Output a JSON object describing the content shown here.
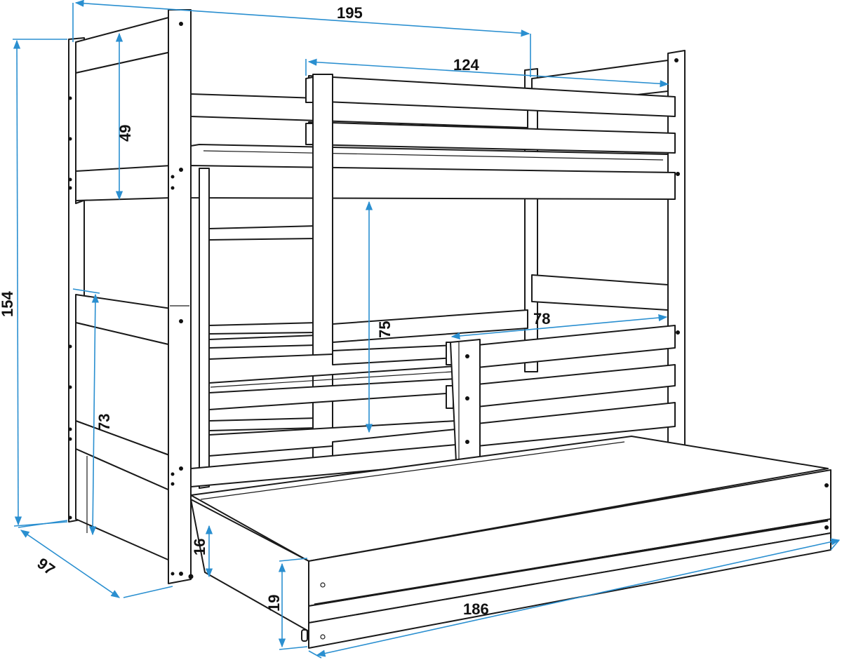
{
  "diagram": {
    "subject": "Bunk bed with pull-out trundle bed",
    "line_color": "#1a1a1a",
    "dimension_color": "#2a8fd0",
    "units": "cm",
    "dimensions": {
      "total_length": {
        "label": "195",
        "description": "overall bed length"
      },
      "guard_rail_length": {
        "label": "124",
        "description": "upper safety rail length"
      },
      "headboard_height": {
        "label": "49",
        "description": "upper headboard height above bed base"
      },
      "total_height": {
        "label": "154",
        "description": "overall bed height"
      },
      "lower_clearance": {
        "label": "75",
        "description": "clearance between beds"
      },
      "lower_rail_length": {
        "label": "78",
        "description": "lower safety rail length"
      },
      "lower_footboard_height": {
        "label": "73",
        "description": "lower frame height"
      },
      "depth": {
        "label": "97",
        "description": "overall bed depth"
      },
      "trundle_floor_gap": {
        "label": "16",
        "description": "trundle mattress height"
      },
      "trundle_height": {
        "label": "19",
        "description": "trundle front panel height"
      },
      "trundle_length": {
        "label": "186",
        "description": "trundle length"
      }
    }
  }
}
